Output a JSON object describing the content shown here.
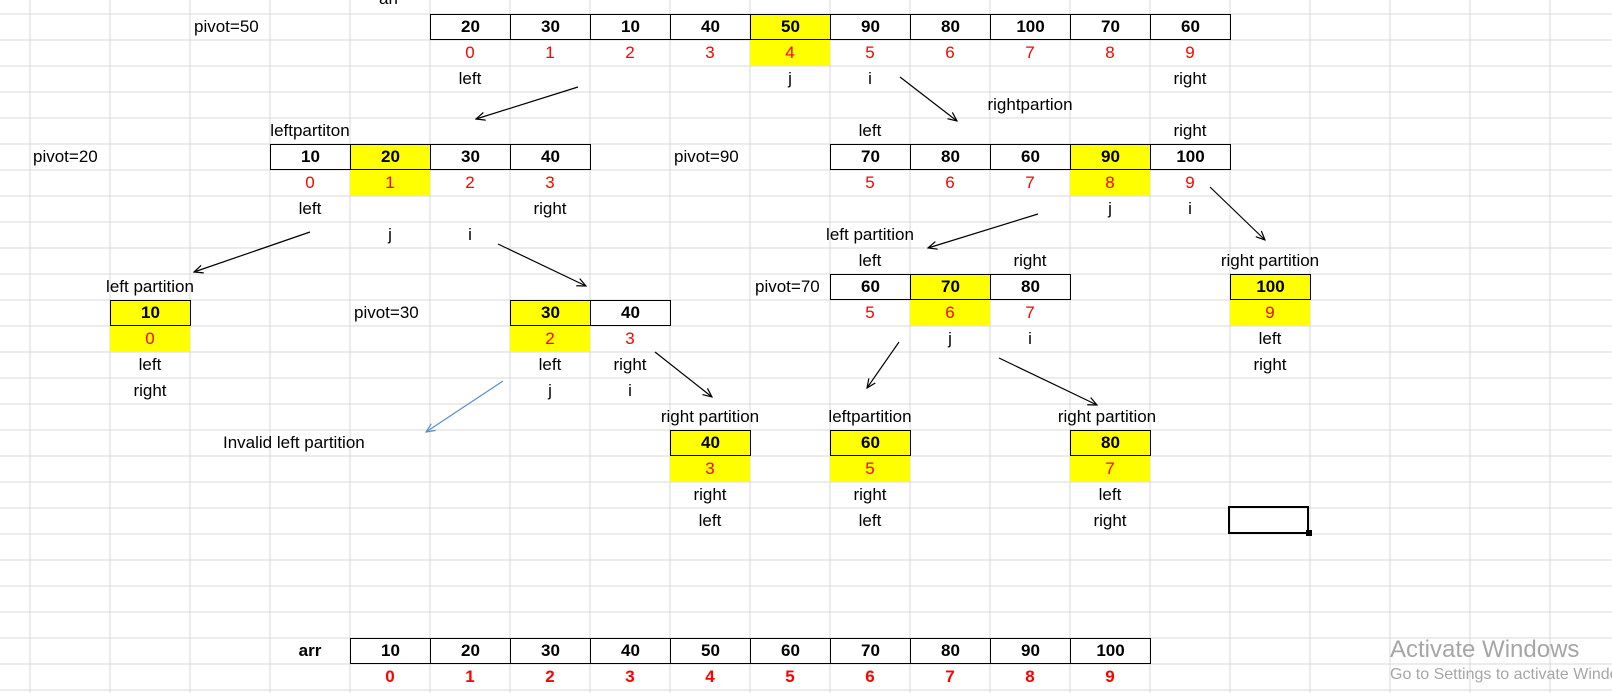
{
  "main_array": {
    "pivot_label": "pivot=50",
    "name_label": "arr",
    "values": [
      "20",
      "30",
      "10",
      "40",
      "50",
      "90",
      "80",
      "100",
      "70",
      "60"
    ],
    "indices": [
      "0",
      "1",
      "2",
      "3",
      "4",
      "5",
      "6",
      "7",
      "8",
      "9"
    ],
    "pointer_left": "left",
    "pointer_j": "j",
    "pointer_i": "i",
    "pointer_right": "right"
  },
  "left_partition_1": {
    "title": "leftpartiton",
    "pivot_label": "pivot=20",
    "values": [
      "10",
      "20",
      "30",
      "40"
    ],
    "indices": [
      "0",
      "1",
      "2",
      "3"
    ],
    "pointer_left": "left",
    "pointer_right": "right",
    "pointer_j": "j",
    "pointer_i": "i"
  },
  "right_partition_1": {
    "title": "rightpartion",
    "pivot_label": "pivot=90",
    "header_left": "left",
    "header_right": "right",
    "values": [
      "70",
      "80",
      "60",
      "90",
      "100"
    ],
    "indices": [
      "5",
      "6",
      "7",
      "8",
      "9"
    ],
    "pointer_j": "j",
    "pointer_i": "i"
  },
  "lp_10": {
    "title": "left partition",
    "value": "10",
    "index": "0",
    "pointer_left": "left",
    "pointer_right": "right"
  },
  "pivot30": {
    "pivot_label": "pivot=30",
    "values": [
      "30",
      "40"
    ],
    "indices": [
      "2",
      "3"
    ],
    "pointer_left": "left",
    "pointer_right": "right",
    "pointer_j": "j",
    "pointer_i": "i",
    "invalid_label": "Invalid left partition"
  },
  "pivot70": {
    "title": "left partition",
    "pivot_label": "pivot=70",
    "header_left": "left",
    "header_right": "right",
    "values": [
      "60",
      "70",
      "80"
    ],
    "indices": [
      "5",
      "6",
      "7"
    ],
    "pointer_j": "j",
    "pointer_i": "i"
  },
  "rp_100": {
    "title": "right partition",
    "value": "100",
    "index": "9",
    "pointer_left": "left",
    "pointer_right": "right"
  },
  "rp_40": {
    "title": "right partition",
    "value": "40",
    "index": "3",
    "pointer_right": "right",
    "pointer_left": "left"
  },
  "lp_60": {
    "title": "leftpartition",
    "value": "60",
    "index": "5",
    "pointer_right": "right",
    "pointer_left": "left"
  },
  "rp_80": {
    "title": "right partition",
    "value": "80",
    "index": "7",
    "pointer_left": "left",
    "pointer_right": "right"
  },
  "sorted_array": {
    "name_label": "arr",
    "values": [
      "10",
      "20",
      "30",
      "40",
      "50",
      "60",
      "70",
      "80",
      "90",
      "100"
    ],
    "indices": [
      "0",
      "1",
      "2",
      "3",
      "4",
      "5",
      "6",
      "7",
      "8",
      "9"
    ]
  },
  "watermark": {
    "line1": "Activate Windows",
    "line2": "Go to Settings to activate Windows."
  },
  "colors": {
    "highlight": "#ffff00",
    "index_text": "#ff0000",
    "gridline": "#d9d9d9",
    "arrow": "#000000",
    "arrow_invalid": "#5b8fc9",
    "watermark": "#a6a6a6"
  }
}
